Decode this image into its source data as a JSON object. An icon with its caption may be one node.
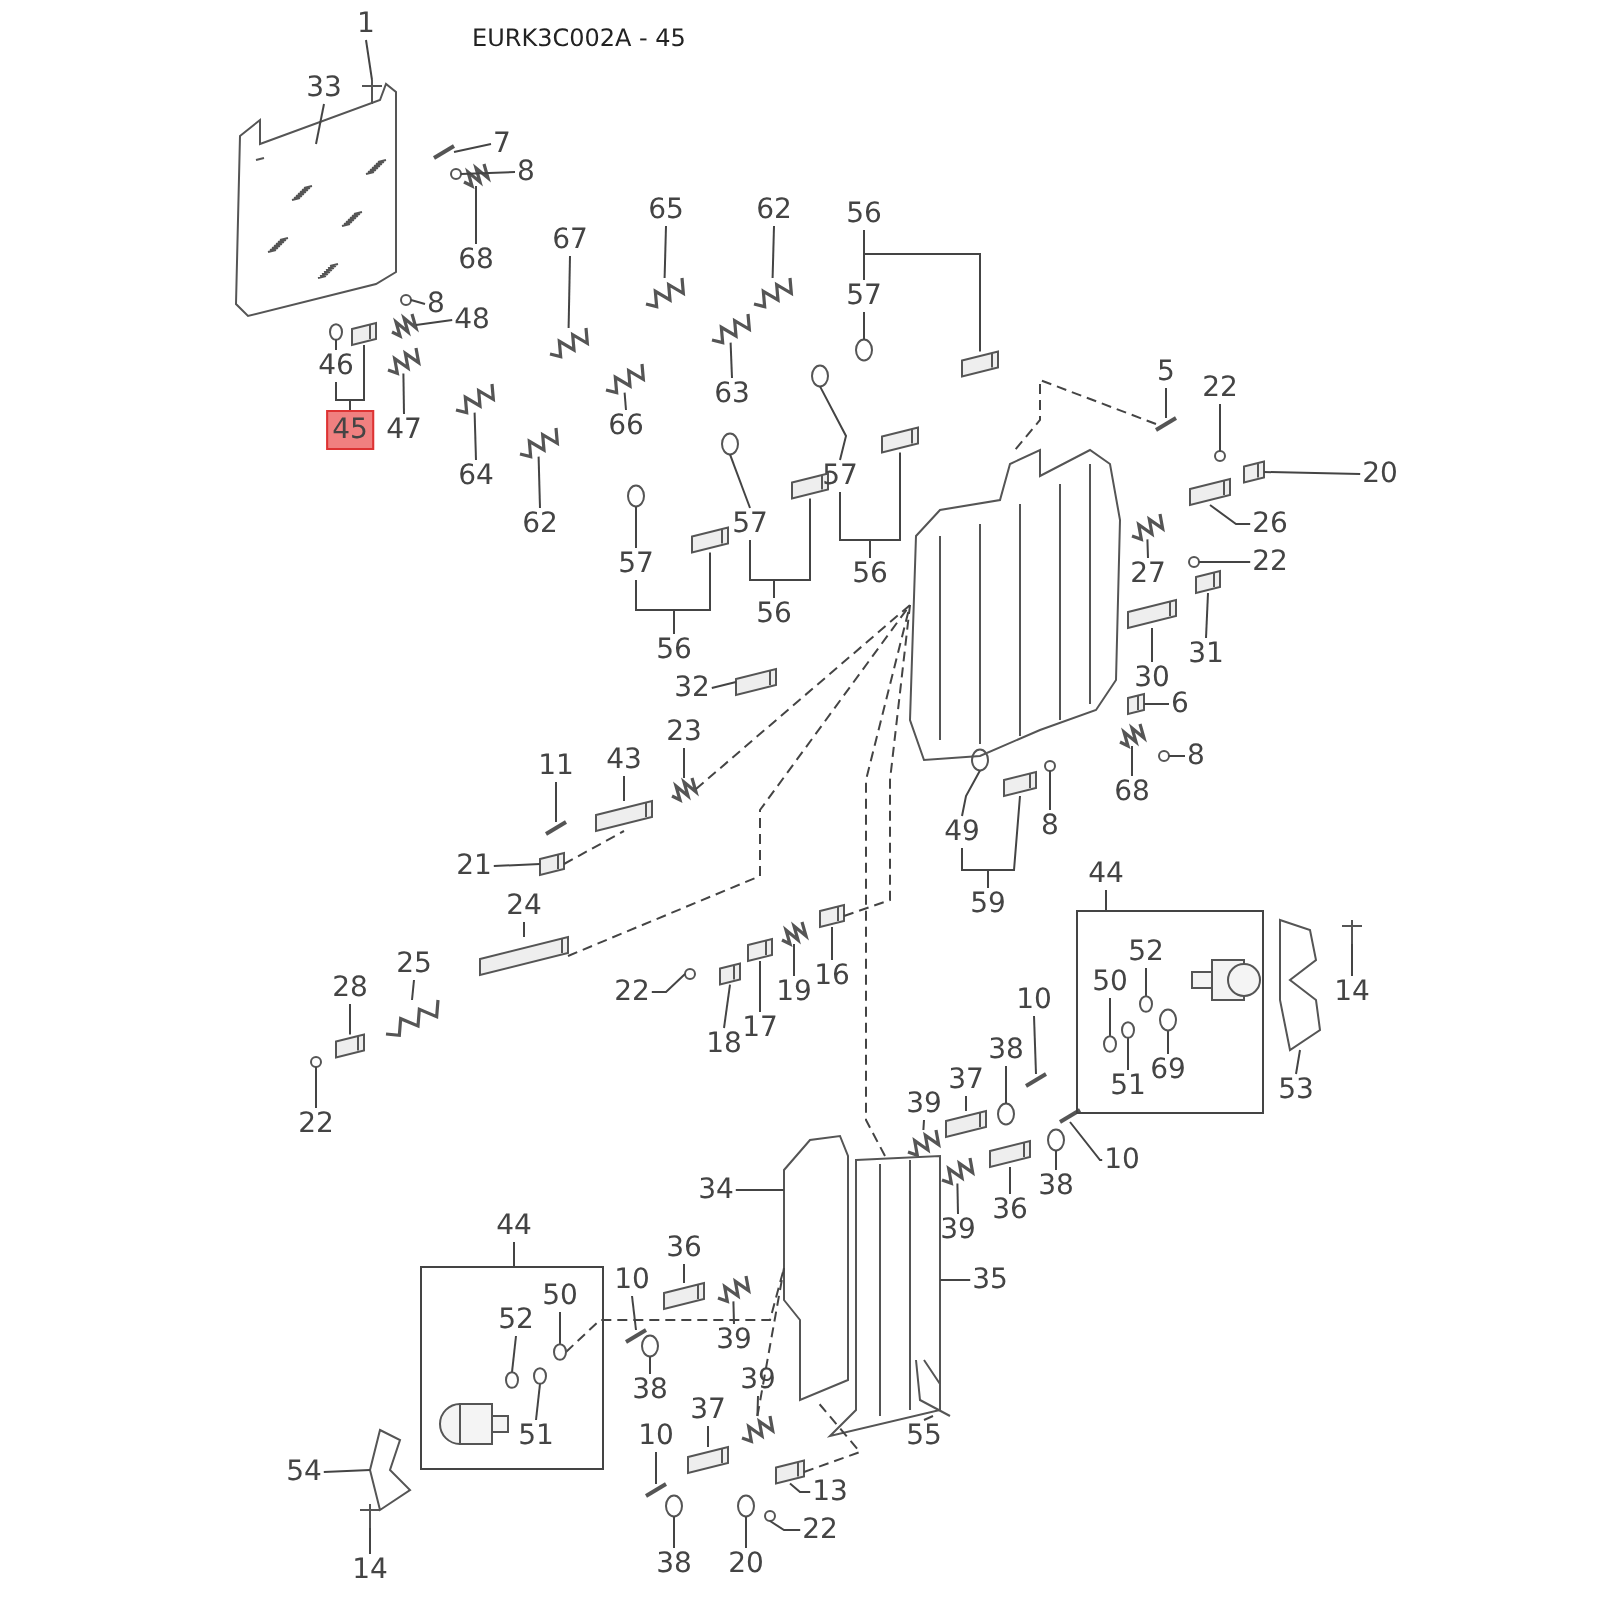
{
  "diagram": {
    "title": "EURK3C002A - 45",
    "nodes": [
      {
        "text": [
          "1"
        ]
      },
      {
        "text": [
          "33"
        ]
      },
      {
        "text": [
          "7"
        ]
      },
      {
        "text": [
          "8"
        ]
      },
      {
        "text": [
          "68"
        ]
      },
      {
        "text": [
          "8"
        ]
      },
      {
        "text": [
          "48"
        ]
      },
      {
        "text": [
          "46"
        ]
      },
      {
        "text": [
          "45"
        ]
      },
      {
        "text": [
          "47"
        ]
      },
      {
        "text": [
          "67"
        ]
      },
      {
        "text": [
          "65"
        ]
      },
      {
        "text": [
          "62"
        ]
      },
      {
        "text": [
          "63"
        ]
      },
      {
        "text": [
          "66"
        ]
      },
      {
        "text": [
          "64"
        ]
      },
      {
        "text": [
          "62"
        ]
      },
      {
        "text": [
          "56"
        ]
      },
      {
        "text": [
          "57"
        ]
      },
      {
        "text": [
          "57"
        ]
      },
      {
        "text": [
          "57"
        ]
      },
      {
        "text": [
          "57"
        ]
      },
      {
        "text": [
          "56"
        ]
      },
      {
        "text": [
          "56"
        ]
      },
      {
        "text": [
          "56"
        ]
      },
      {
        "text": [
          "5"
        ]
      },
      {
        "text": [
          "22"
        ]
      },
      {
        "text": [
          "20"
        ]
      },
      {
        "text": [
          "26"
        ]
      },
      {
        "text": [
          "27"
        ]
      },
      {
        "text": [
          "22"
        ]
      },
      {
        "text": [
          "31"
        ]
      },
      {
        "text": [
          "30"
        ]
      },
      {
        "text": [
          "6"
        ]
      },
      {
        "text": [
          "8"
        ]
      },
      {
        "text": [
          "68"
        ]
      },
      {
        "text": [
          "8"
        ]
      },
      {
        "text": [
          "49"
        ]
      },
      {
        "text": [
          "59"
        ]
      },
      {
        "text": [
          "32"
        ]
      },
      {
        "text": [
          "11"
        ]
      },
      {
        "text": [
          "43"
        ]
      },
      {
        "text": [
          "23"
        ]
      },
      {
        "text": [
          "21"
        ]
      },
      {
        "text": [
          "24"
        ]
      },
      {
        "text": [
          "28"
        ]
      },
      {
        "text": [
          "25"
        ]
      },
      {
        "text": [
          "22"
        ]
      },
      {
        "text": [
          "22"
        ]
      },
      {
        "text": [
          "18"
        ]
      },
      {
        "text": [
          "17"
        ]
      },
      {
        "text": [
          "19"
        ]
      },
      {
        "text": [
          "16"
        ]
      },
      {
        "text": [
          "44"
        ]
      },
      {
        "text": [
          "52"
        ],
        "in": 53
      },
      {
        "text": [
          "50"
        ],
        "in": 53
      },
      {
        "text": [
          "51"
        ],
        "in": 53
      },
      {
        "text": [
          "69"
        ],
        "in": 53
      },
      {
        "text": [
          "53"
        ]
      },
      {
        "text": [
          "14"
        ]
      },
      {
        "text": [
          "10"
        ]
      },
      {
        "text": [
          "38"
        ]
      },
      {
        "text": [
          "37"
        ]
      },
      {
        "text": [
          "39"
        ]
      },
      {
        "text": [
          "10"
        ]
      },
      {
        "text": [
          "38"
        ]
      },
      {
        "text": [
          "36"
        ]
      },
      {
        "text": [
          "39"
        ]
      },
      {
        "text": [
          "34"
        ]
      },
      {
        "text": [
          "35"
        ]
      },
      {
        "text": [
          "44"
        ]
      },
      {
        "text": [
          "52"
        ],
        "in": 70
      },
      {
        "text": [
          "50"
        ],
        "in": 70
      },
      {
        "text": [
          "51"
        ],
        "in": 70
      },
      {
        "text": [
          "10"
        ]
      },
      {
        "text": [
          "36"
        ]
      },
      {
        "text": [
          "39"
        ]
      },
      {
        "text": [
          "38"
        ]
      },
      {
        "text": [
          "39"
        ]
      },
      {
        "text": [
          "37"
        ]
      },
      {
        "text": [
          "10"
        ]
      },
      {
        "text": [
          "13"
        ]
      },
      {
        "text": [
          "22"
        ]
      },
      {
        "text": [
          "38"
        ]
      },
      {
        "text": [
          "20"
        ]
      },
      {
        "text": [
          "55"
        ]
      },
      {
        "text": [
          "54"
        ]
      },
      {
        "text": [
          "14"
        ]
      },
      {
        "text": [],
        "shape": "picture"
      },
      {
        "text": [],
        "shape": "picture"
      },
      {
        "text": [],
        "shape": "picture"
      },
      {
        "text": [],
        "shape": "circle"
      },
      {
        "text": [],
        "shape": "picture"
      },
      {
        "text": [],
        "shape": "circle"
      },
      {
        "text": [],
        "shape": "picture"
      },
      {
        "text": [],
        "shape": "circle"
      },
      {
        "text": [],
        "shape": "cylinder"
      },
      {
        "text": [],
        "shape": "picture"
      },
      {
        "text": [],
        "shape": "picture"
      },
      {
        "text": [],
        "shape": "picture"
      },
      {
        "text": [],
        "shape": "picture"
      },
      {
        "text": [],
        "shape": "picture"
      },
      {
        "text": [],
        "shape": "picture"
      },
      {
        "text": [],
        "shape": "picture"
      },
      {
        "text": [],
        "shape": "picture"
      },
      {
        "text": [],
        "shape": "cylinder"
      },
      {
        "text": [],
        "shape": "circle"
      },
      {
        "text": [],
        "shape": "circle"
      },
      {
        "text": [],
        "shape": "circle"
      },
      {
        "text": [],
        "shape": "circle"
      },
      {
        "text": [],
        "shape": "cylinder"
      },
      {
        "text": [],
        "shape": "cylinder"
      },
      {
        "text": [],
        "shape": "cylinder"
      },
      {
        "text": [],
        "shape": "picture"
      },
      {
        "text": [],
        "shape": "circle"
      },
      {
        "text": [],
        "shape": "cylinder"
      },
      {
        "text": [],
        "shape": "cylinder"
      },
      {
        "text": [],
        "shape": "picture"
      },
      {
        "text": [],
        "shape": "circle"
      },
      {
        "text": [],
        "shape": "cylinder"
      },
      {
        "text": [],
        "shape": "cylinder"
      },
      {
        "text": [],
        "shape": "cylinder"
      },
      {
        "text": [],
        "shape": "circle"
      },
      {
        "text": [],
        "shape": "picture"
      },
      {
        "text": [],
        "shape": "circle"
      },
      {
        "text": [],
        "shape": "circle"
      },
      {
        "text": [],
        "shape": "cylinder"
      },
      {
        "text": [],
        "shape": "cylinder"
      },
      {
        "text": [],
        "shape": "picture"
      },
      {
        "text": [],
        "shape": "cylinder"
      },
      {
        "text": [],
        "shape": "picture"
      },
      {
        "text": [],
        "shape": "cylinder"
      },
      {
        "text": [],
        "shape": "cylinder"
      },
      {
        "text": [],
        "shape": "cylinder"
      },
      {
        "text": [],
        "shape": "picture"
      },
      {
        "text": [],
        "shape": "circle"
      },
      {
        "text": [],
        "shape": "circle"
      },
      {
        "text": [],
        "shape": "cylinder"
      },
      {
        "text": [],
        "shape": "cylinder"
      },
      {
        "text": [],
        "shape": "picture"
      },
      {
        "text": [],
        "shape": "cylinder"
      },
      {
        "text": [],
        "shape": "circle",
        "in": 53
      },
      {
        "text": [],
        "shape": "circle",
        "in": 53
      },
      {
        "text": [],
        "shape": "circle",
        "in": 53
      },
      {
        "text": [],
        "shape": "circle",
        "in": 53
      },
      {
        "text": [],
        "shape": "picture"
      },
      {
        "text": [],
        "shape": "picture"
      },
      {
        "text": [],
        "shape": "picture"
      },
      {
        "text": [],
        "shape": "circle"
      },
      {
        "text": [],
        "shape": "cylinder"
      },
      {
        "text": [],
        "shape": "picture"
      },
      {
        "text": [],
        "shape": "picture"
      },
      {
        "text": [],
        "shape": "circle"
      },
      {
        "text": [],
        "shape": "cylinder"
      },
      {
        "text": [],
        "shape": "picture"
      },
      {
        "text": [],
        "shape": "picture"
      },
      {
        "text": [],
        "shape": "picture"
      },
      {
        "text": [],
        "shape": "circle",
        "in": 70
      },
      {
        "text": [],
        "shape": "circle",
        "in": 70
      },
      {
        "text": [],
        "shape": "circle",
        "in": 70
      },
      {
        "text": [],
        "shape": "picture"
      },
      {
        "text": [],
        "shape": "cylinder"
      },
      {
        "text": [],
        "shape": "picture"
      },
      {
        "text": [],
        "shape": "circle"
      },
      {
        "text": [],
        "shape": "picture"
      },
      {
        "text": [],
        "shape": "cylinder"
      },
      {
        "text": [],
        "shape": "picture"
      },
      {
        "text": [],
        "shape": "cylinder"
      },
      {
        "text": [],
        "shape": "circle"
      },
      {
        "text": [],
        "shape": "circle"
      },
      {
        "text": [],
        "shape": "circle"
      },
      {
        "text": [],
        "shape": "picture"
      },
      {
        "text": [],
        "shape": "picture"
      },
      {
        "text": [],
        "shape": "picture"
      },
      {
        "text": [],
        "shape": "picture"
      }
    ],
    "edges": [
      {
        "from": 0,
        "to": 88,
        "arrow": "none"
      },
      {
        "from": 1,
        "to": 89,
        "arrow": "none"
      },
      {
        "from": 2,
        "to": 90,
        "arrow": "none"
      },
      {
        "from": 3,
        "to": 91,
        "arrow": "none"
      },
      {
        "from": 4,
        "to": 92,
        "arrow": "none"
      },
      {
        "from": 5,
        "to": 93,
        "arrow": "none"
      },
      {
        "from": 6,
        "to": 94,
        "arrow": "none"
      },
      {
        "from": 7,
        "to": 95,
        "arrow": "none"
      },
      {
        "from": 8,
        "to": 7,
        "arrow": "none"
      },
      {
        "from": 8,
        "to": 96,
        "arrow": "none"
      },
      {
        "from": 9,
        "to": 97,
        "arrow": "none"
      },
      {
        "from": 10,
        "to": 98,
        "arrow": "none"
      },
      {
        "from": 11,
        "to": 99,
        "arrow": "none"
      },
      {
        "from": 12,
        "to": 100,
        "arrow": "none"
      },
      {
        "from": 13,
        "to": 101,
        "arrow": "none"
      },
      {
        "from": 14,
        "to": 102,
        "arrow": "none"
      },
      {
        "from": 15,
        "to": 103,
        "arrow": "none"
      },
      {
        "from": 16,
        "to": 104,
        "arrow": "none"
      },
      {
        "from": 17,
        "to": 18,
        "arrow": "none"
      },
      {
        "from": 17,
        "to": 105,
        "arrow": "none"
      },
      {
        "from": 18,
        "to": 106,
        "arrow": "none"
      },
      {
        "from": 19,
        "to": 107,
        "arrow": "none"
      },
      {
        "from": 20,
        "to": 108,
        "arrow": "none"
      },
      {
        "from": 21,
        "to": 109,
        "arrow": "none"
      },
      {
        "from": 22,
        "to": 19,
        "arrow": "none"
      },
      {
        "from": 22,
        "to": 110,
        "arrow": "none"
      },
      {
        "from": 23,
        "to": 20,
        "arrow": "none"
      },
      {
        "from": 23,
        "to": 111,
        "arrow": "none"
      },
      {
        "from": 24,
        "to": 21,
        "arrow": "none"
      },
      {
        "from": 24,
        "to": 112,
        "arrow": "none"
      },
      {
        "from": 25,
        "to": 113,
        "arrow": "none"
      },
      {
        "from": 26,
        "to": 114,
        "arrow": "none"
      },
      {
        "from": 27,
        "to": 115,
        "arrow": "none"
      },
      {
        "from": 28,
        "to": 116,
        "arrow": "none"
      },
      {
        "from": 29,
        "to": 117,
        "arrow": "none"
      },
      {
        "from": 30,
        "to": 118,
        "arrow": "none"
      },
      {
        "from": 31,
        "to": 119,
        "arrow": "none"
      },
      {
        "from": 32,
        "to": 120,
        "arrow": "none"
      },
      {
        "from": 33,
        "to": 121,
        "arrow": "none"
      },
      {
        "from": 34,
        "to": 122,
        "arrow": "none"
      },
      {
        "from": 35,
        "to": 123,
        "arrow": "none"
      },
      {
        "from": 36,
        "to": 124,
        "arrow": "none"
      },
      {
        "from": 37,
        "to": 125,
        "arrow": "none"
      },
      {
        "from": 38,
        "to": 37,
        "arrow": "none"
      },
      {
        "from": 38,
        "to": 126,
        "arrow": "none"
      },
      {
        "from": 39,
        "to": 127,
        "arrow": "none"
      },
      {
        "from": 40,
        "to": 128,
        "arrow": "none"
      },
      {
        "from": 41,
        "to": 129,
        "arrow": "none"
      },
      {
        "from": 42,
        "to": 130,
        "arrow": "none"
      },
      {
        "from": 43,
        "to": 131,
        "arrow": "none"
      },
      {
        "from": 44,
        "to": 132,
        "arrow": "none"
      },
      {
        "from": 45,
        "to": 133,
        "arrow": "none"
      },
      {
        "from": 46,
        "to": 134,
        "arrow": "none"
      },
      {
        "from": 47,
        "to": 135,
        "arrow": "none"
      },
      {
        "from": 48,
        "to": 136,
        "arrow": "none"
      },
      {
        "from": 49,
        "to": 137,
        "arrow": "none"
      },
      {
        "from": 50,
        "to": 138,
        "arrow": "none"
      },
      {
        "from": 51,
        "to": 139,
        "arrow": "none"
      },
      {
        "from": 52,
        "to": 140,
        "arrow": "none"
      },
      {
        "from": 54,
        "to": 141,
        "arrow": "none"
      },
      {
        "from": 55,
        "to": 142,
        "arrow": "none"
      },
      {
        "from": 56,
        "to": 143,
        "arrow": "none"
      },
      {
        "from": 57,
        "to": 144,
        "arrow": "none"
      },
      {
        "from": 58,
        "to": 145,
        "arrow": "none"
      },
      {
        "from": 59,
        "to": 146,
        "arrow": "none"
      },
      {
        "from": 60,
        "to": 147,
        "arrow": "none"
      },
      {
        "from": 61,
        "to": 148,
        "arrow": "none"
      },
      {
        "from": 62,
        "to": 149,
        "arrow": "none"
      },
      {
        "from": 63,
        "to": 150,
        "arrow": "none"
      },
      {
        "from": 64,
        "to": 151,
        "arrow": "none"
      },
      {
        "from": 65,
        "to": 152,
        "arrow": "none"
      },
      {
        "from": 66,
        "to": 153,
        "arrow": "none"
      },
      {
        "from": 67,
        "to": 154,
        "arrow": "none"
      },
      {
        "from": 68,
        "to": 155,
        "arrow": "none"
      },
      {
        "from": 69,
        "to": 156,
        "arrow": "none"
      },
      {
        "from": 71,
        "to": 157,
        "arrow": "none"
      },
      {
        "from": 72,
        "to": 158,
        "arrow": "none"
      },
      {
        "from": 73,
        "to": 159,
        "arrow": "none"
      },
      {
        "from": 74,
        "to": 160,
        "arrow": "none"
      },
      {
        "from": 75,
        "to": 161,
        "arrow": "none"
      },
      {
        "from": 76,
        "to": 162,
        "arrow": "none"
      },
      {
        "from": 77,
        "to": 163,
        "arrow": "none"
      },
      {
        "from": 78,
        "to": 164,
        "arrow": "none"
      },
      {
        "from": 79,
        "to": 165,
        "arrow": "none"
      },
      {
        "from": 80,
        "to": 166,
        "arrow": "none"
      },
      {
        "from": 81,
        "to": 167,
        "arrow": "none"
      },
      {
        "from": 82,
        "to": 168,
        "arrow": "none"
      },
      {
        "from": 83,
        "to": 169,
        "arrow": "none"
      },
      {
        "from": 84,
        "to": 170,
        "arrow": "none"
      },
      {
        "from": 85,
        "to": 171,
        "arrow": "none"
      },
      {
        "from": 86,
        "to": 172,
        "arrow": "none"
      },
      {
        "from": 87,
        "to": 173,
        "arrow": "none"
      },
      {
        "from": 131,
        "to": 129,
        "arrow": "none",
        "style": "dashed"
      },
      {
        "from": 130,
        "to": 174,
        "arrow": "none",
        "style": "dashed"
      },
      {
        "from": 132,
        "to": 174,
        "arrow": "none",
        "style": "dashed"
      },
      {
        "from": 140,
        "to": 174,
        "arrow": "none",
        "style": "dashed"
      },
      {
        "from": 113,
        "to": 174,
        "arrow": "none",
        "style": "dashed"
      },
      {
        "from": 156,
        "to": 174,
        "arrow": "none",
        "style": "dashed"
      },
      {
        "from": 158,
        "to": 155,
        "arrow": "none",
        "style": "dashed"
      },
      {
        "from": 167,
        "to": 155,
        "arrow": "none",
        "style": "dashed"
      },
      {
        "from": 164,
        "to": 155,
        "arrow": "none",
        "style": "dashed"
      }
    ]
  }
}
